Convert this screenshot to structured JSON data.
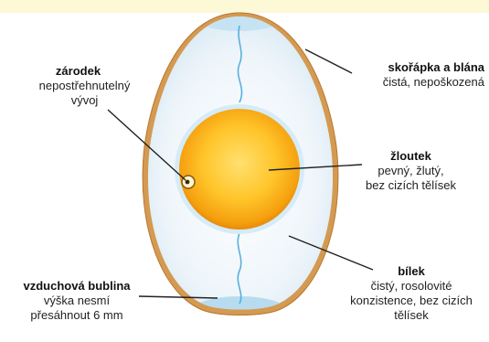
{
  "labels": {
    "embryo": {
      "title": "zárodek",
      "desc": "nepostřehnutelný\nvývoj"
    },
    "shell": {
      "title": "skořápka a blána",
      "desc": "čistá, nepoškozená"
    },
    "yolk": {
      "title": "žloutek",
      "desc": "pevný, žlutý,\nbez cizích tělísek"
    },
    "air_cell": {
      "title": "vzduchová bublina",
      "desc": "výška nesmí\npřesáhnout 6 mm"
    },
    "albumen": {
      "title": "bílek",
      "desc": "čistý, rosolovité\nkonzistence, bez cizích\ntělísek"
    }
  },
  "colors": {
    "shell": "#c98a3d",
    "albumen": "#e8f2f8",
    "air_cell": "#bfe0f2",
    "yolk_outer": "#f5a623",
    "yolk_inner": "#ffd54a",
    "chalaza": "#4aa8d8",
    "leader": "#222222"
  }
}
